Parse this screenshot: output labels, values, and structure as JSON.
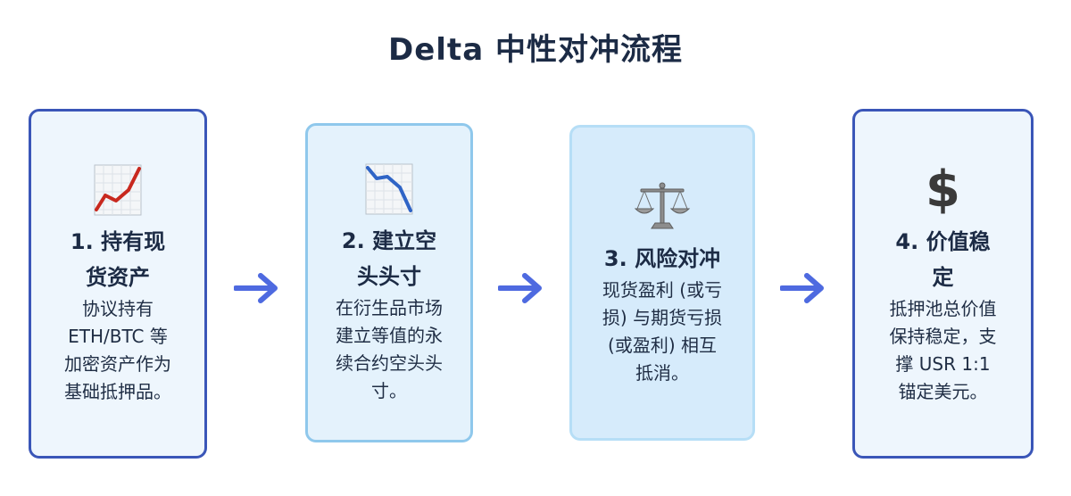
{
  "title": "Delta 中性对冲流程",
  "colors": {
    "title": "#1c2b45",
    "arrow": "#4e6ae0",
    "strong_border": "#3a56b8",
    "light_border": "#8fc8ec"
  },
  "steps": [
    {
      "icon": "chart-increasing-icon",
      "title": "1. 持有现货资产",
      "desc": "协议持有 ETH/BTC 等加密资产作为基础抵押品。"
    },
    {
      "icon": "chart-decreasing-icon",
      "title": "2. 建立空头头寸",
      "desc": "在衍生品市场建立等值的永续合约空头头寸。"
    },
    {
      "icon": "balance-scale-icon",
      "title": "3. 风险对冲",
      "desc": "现货盈利 (或亏损) 与期货亏损 (或盈利) 相互抵消。"
    },
    {
      "icon": "dollar-sign-icon",
      "symbol": "$",
      "title": "4. 价值稳定",
      "desc": "抵押池总价值保持稳定，支撑 USR 1:1 锚定美元。"
    }
  ]
}
